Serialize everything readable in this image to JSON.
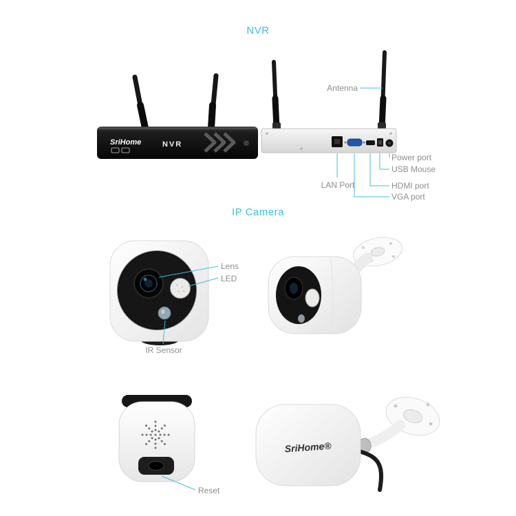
{
  "colors": {
    "accent": "#3cbfdc",
    "label": "#8e8e8e",
    "nvr_body": "#111111",
    "camera_body": "#f5f5f5"
  },
  "titles": {
    "nvr": "NVR",
    "camera": "IP Camera"
  },
  "nvr_front": {
    "brand": "SriHome",
    "model": "NVR"
  },
  "nvr_back_labels": {
    "antenna": "Antenna",
    "power": "Power port",
    "usb": "USB Mouse",
    "hdmi": "HDMI port",
    "vga": "VGA port",
    "lan": "LAN Port"
  },
  "camera_front_labels": {
    "lens": "Lens",
    "led": "LED",
    "ir": "IR Sensor"
  },
  "camera_bottom_labels": {
    "reset": "Reset"
  },
  "camera_rear": {
    "brand": "SriHome®"
  }
}
